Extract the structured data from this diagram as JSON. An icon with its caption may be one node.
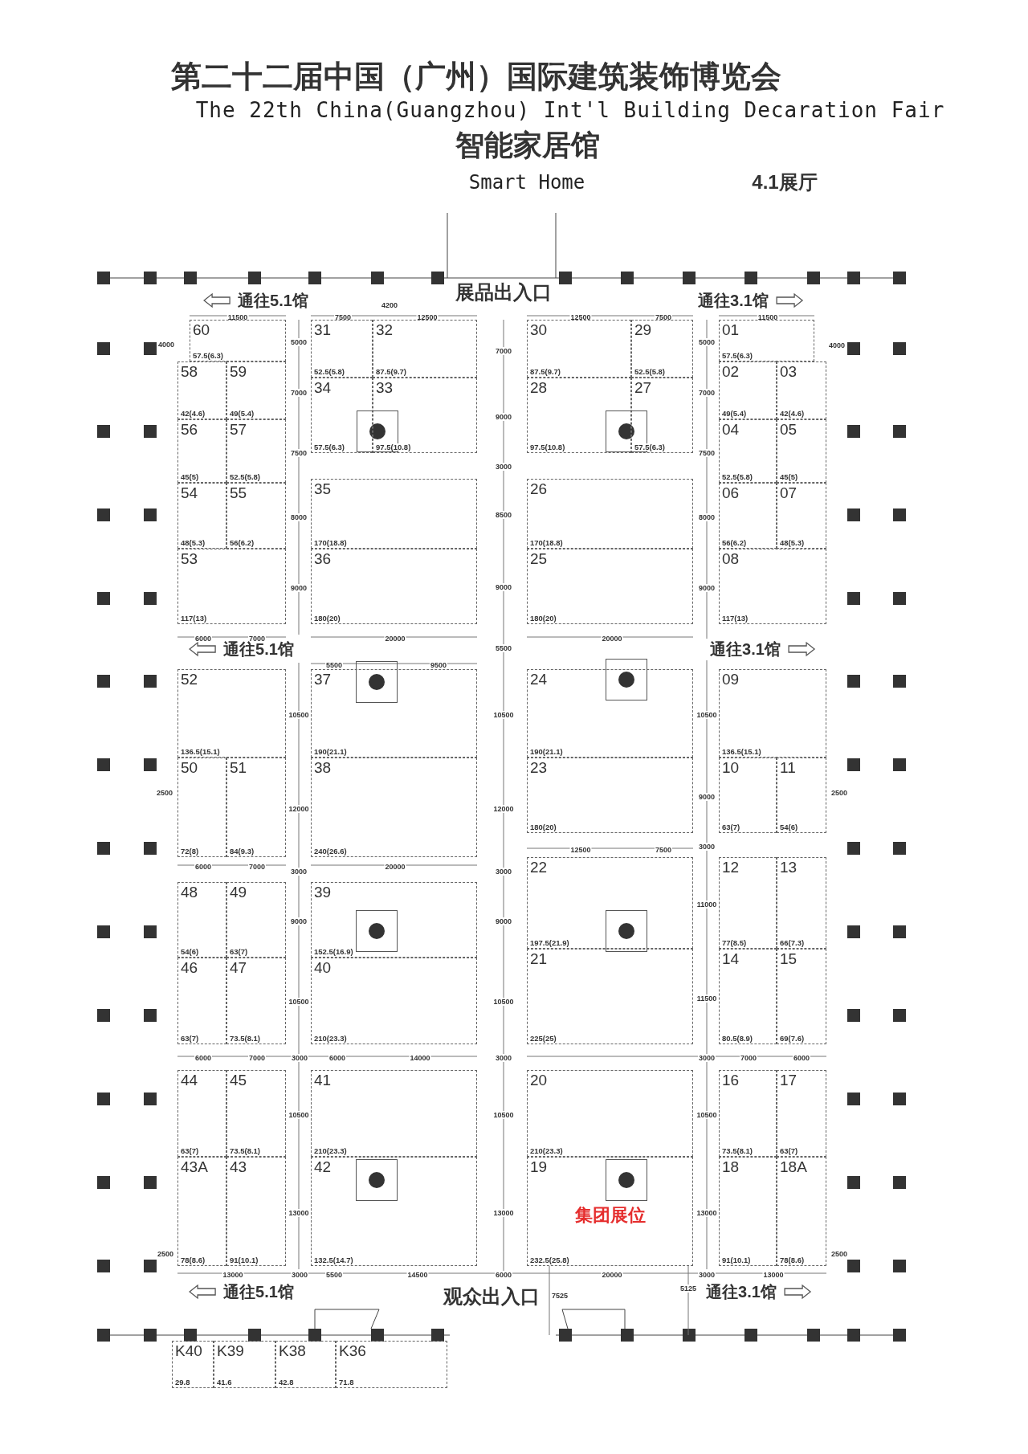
{
  "diagram": {
    "title": "第二十二届中国（广州）国际建筑装饰博览会",
    "nodes": [
      {
        "text": [
          "60",
          "57.5(6.3)"
        ]
      },
      {
        "text": [
          "31",
          "52.5(5.8)"
        ]
      },
      {
        "text": [
          "32",
          "87.5(9.7)"
        ]
      },
      {
        "text": [
          "30",
          "87.5(9.7)"
        ]
      },
      {
        "text": [
          "29",
          "52.5(5.8)"
        ]
      },
      {
        "text": [
          "01",
          "57.5(6.3)"
        ]
      },
      {
        "text": [
          "58",
          "42(4.6)"
        ]
      },
      {
        "text": [
          "59",
          "49(5.4)"
        ]
      },
      {
        "text": [
          "02",
          "49(5.4)"
        ]
      },
      {
        "text": [
          "03",
          "42(4.6)"
        ]
      },
      {
        "text": [
          "34",
          "57.5(6.3)"
        ]
      },
      {
        "text": [
          "33",
          "97.5(10.8)"
        ]
      },
      {
        "text": [
          "28",
          "97.5(10.8)"
        ]
      },
      {
        "text": [
          "27",
          "57.5(6.3)"
        ]
      },
      {
        "text": [
          "56",
          "45(5)"
        ]
      },
      {
        "text": [
          "57",
          "52.5(5.8)"
        ]
      },
      {
        "text": [
          "04",
          "52.5(5.8)"
        ]
      },
      {
        "text": [
          "05",
          "45(5)"
        ]
      },
      {
        "text": [
          "35",
          "170(18.8)"
        ]
      },
      {
        "text": [
          "26",
          "170(18.8)"
        ]
      },
      {
        "text": [
          "54",
          "48(5.3)"
        ]
      },
      {
        "text": [
          "55",
          "56(6.2)"
        ]
      },
      {
        "text": [
          "06",
          "56(6.2)"
        ]
      },
      {
        "text": [
          "07",
          "48(5.3)"
        ]
      },
      {
        "text": [
          "53",
          "117(13)"
        ]
      },
      {
        "text": [
          "36",
          "180(20)"
        ]
      },
      {
        "text": [
          "25",
          "180(20)"
        ]
      },
      {
        "text": [
          "08",
          "117(13)"
        ]
      },
      {
        "text": [
          "52",
          "136.5(15.1)"
        ]
      },
      {
        "text": [
          "37",
          "190(21.1)"
        ]
      },
      {
        "text": [
          "24",
          "190(21.1)"
        ]
      },
      {
        "text": [
          "09",
          "136.5(15.1)"
        ]
      },
      {
        "text": [
          "50",
          "72(8)"
        ]
      },
      {
        "text": [
          "51",
          "84(9.3)"
        ]
      },
      {
        "text": [
          "38",
          "240(26.6)"
        ]
      },
      {
        "text": [
          "23",
          "180(20)"
        ]
      },
      {
        "text": [
          "10",
          "63(7)"
        ]
      },
      {
        "text": [
          "11",
          "54(6)"
        ]
      },
      {
        "text": [
          "22",
          "197.5(21.9)"
        ]
      },
      {
        "text": [
          "12",
          "77(8.5)"
        ]
      },
      {
        "text": [
          "13",
          "66(7.3)"
        ]
      },
      {
        "text": [
          "48",
          "54(6)"
        ]
      },
      {
        "text": [
          "49",
          "63(7)"
        ]
      },
      {
        "text": [
          "39",
          "152.5(16.9)"
        ]
      },
      {
        "text": [
          "21",
          "225(25)"
        ]
      },
      {
        "text": [
          "14",
          "80.5(8.9)"
        ]
      },
      {
        "text": [
          "15",
          "69(7.6)"
        ]
      },
      {
        "text": [
          "46",
          "63(7)"
        ]
      },
      {
        "text": [
          "47",
          "73.5(8.1)"
        ]
      },
      {
        "text": [
          "40",
          "210(23.3)"
        ]
      },
      {
        "text": [
          "44",
          "63(7)"
        ]
      },
      {
        "text": [
          "45",
          "73.5(8.1)"
        ]
      },
      {
        "text": [
          "41",
          "210(23.3)"
        ]
      },
      {
        "text": [
          "20",
          "210(23.3)"
        ]
      },
      {
        "text": [
          "16",
          "73.5(8.1)"
        ]
      },
      {
        "text": [
          "17",
          "63(7)"
        ]
      },
      {
        "text": [
          "43A",
          "78(8.6)"
        ]
      },
      {
        "text": [
          "43",
          "91(10.1)"
        ]
      },
      {
        "text": [
          "42",
          "132.5(14.7)"
        ]
      },
      {
        "text": [
          "19",
          "集团展位",
          "232.5(25.8)"
        ]
      },
      {
        "text": [
          "18",
          "91(10.1)"
        ]
      },
      {
        "text": [
          "18A",
          "78(8.6)"
        ]
      },
      {
        "text": [
          "K40",
          "29.8"
        ]
      },
      {
        "text": [
          "K39",
          "41.6"
        ]
      },
      {
        "text": [
          "K38",
          "42.8"
        ]
      },
      {
        "text": [
          "K36",
          "71.8"
        ]
      }
    ],
    "labels": [
      "The 22th China(Guangzhou) Int'l Building Decaration Fair",
      "智能家居馆",
      "Smart Home",
      "4.1展厅",
      "展品出入口",
      "通往5.1馆",
      "通往3.1馆",
      "4200",
      "11500",
      "7500",
      "12500",
      "12500",
      "7500",
      "11500",
      "4000",
      "5000",
      "4000",
      "7000",
      "5000",
      "7000",
      "7000",
      "7500",
      "7500",
      "9000",
      "3000",
      "8000",
      "8000",
      "8500",
      "9000",
      "9000",
      "9000",
      "6000",
      "7000",
      "20000",
      "5500",
      "20000",
      "通往5.1馆",
      "通往3.1馆",
      "5500",
      "9500",
      "10500",
      "10500",
      "10500",
      "2500",
      "2500",
      "9000",
      "12000",
      "12000",
      "3000",
      "3000",
      "12500",
      "7500",
      "3000",
      "6000",
      "7000",
      "20000",
      "11000",
      "9000",
      "9000",
      "10500",
      "10500",
      "11500",
      "6000",
      "7000",
      "3000",
      "6000",
      "14000",
      "3000",
      "3000",
      "7000",
      "6000",
      "10500",
      "10500",
      "10500",
      "13000",
      "13000",
      "13000",
      "2500",
      "2500",
      "13000",
      "3000",
      "5500",
      "14500",
      "6000",
      "20000",
      "3000",
      "13000",
      "5125",
      "通往5.1馆",
      "观众出入口",
      "7525",
      "通往3.1馆"
    ]
  }
}
